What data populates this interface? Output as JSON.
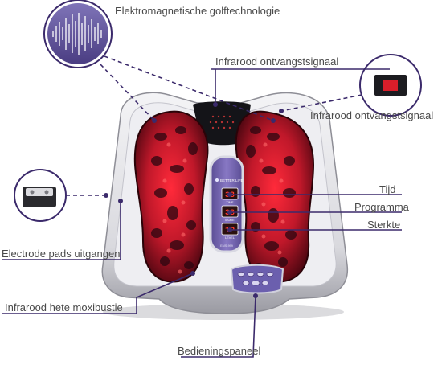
{
  "labels": {
    "wave": "Elektromagnetische golftechnologie",
    "ir_top": "Infrarood ontvangstsignaal",
    "ir_right": "Infrarood ontvangstsignaal",
    "tijd": "Tijd",
    "programma": "Programma",
    "sterkte": "Sterkte",
    "electrode": "Electrode pads uitgangen",
    "moxi": "Infrarood hete moxibustie",
    "panel": "Bedieningspaneel"
  },
  "display": {
    "brand": "BETTER LIFE",
    "time_value": "38",
    "time_caption": "TIME",
    "mode_value": "38",
    "mode_caption": "MODE",
    "level_value": "1P",
    "level_caption": "LEVEL",
    "model": "EMS-999"
  },
  "colors": {
    "accent": "#3b2a6b",
    "led": "#ff3b2f",
    "foot_red": "#c0182a"
  }
}
